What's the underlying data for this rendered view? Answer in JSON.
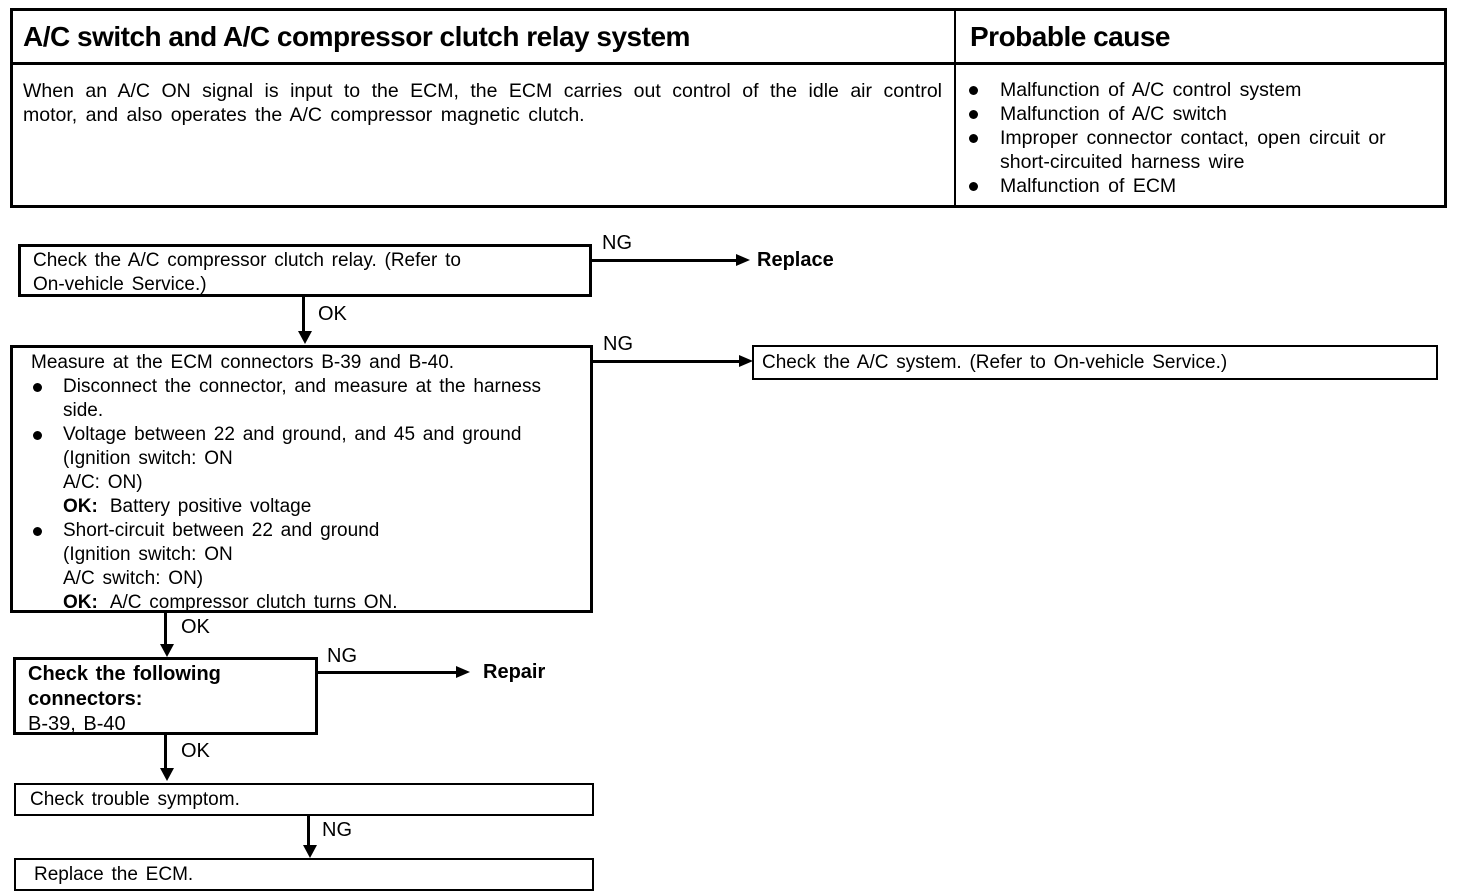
{
  "table": {
    "title": "A/C switch and A/C compressor clutch relay system",
    "probable_cause_header": "Probable cause",
    "description": "When an A/C ON signal is input to the ECM, the ECM carries out control of the idle air control motor, and also operates the A/C compressor magnetic clutch.",
    "causes": [
      "Malfunction of A/C control system",
      "Malfunction of A/C switch",
      "Improper connector contact, open circuit or short-circuited harness wire",
      "Malfunction of ECM"
    ]
  },
  "flow": {
    "step1": {
      "line1": "Check the A/C compressor clutch relay. (Refer to",
      "line2": "On-vehicle Service.)",
      "ng_label": "NG",
      "ng_result": "Replace",
      "ok_label": "OK"
    },
    "step2": {
      "title": "Measure at the ECM connectors B-39 and B-40.",
      "b1": [
        "Disconnect the connector, and measure at the harness",
        "side."
      ],
      "b2": [
        "Voltage between 22 and ground, and 45 and ground",
        "(Ignition switch: ON",
        "A/C: ON)"
      ],
      "b2_ok_label": "OK:",
      "b2_ok": "Battery positive voltage",
      "b3": [
        "Short-circuit between 22 and ground",
        "(Ignition switch: ON",
        "A/C switch: ON)"
      ],
      "b3_ok_label": "OK:",
      "b3_ok": "A/C compressor clutch turns ON.",
      "ng_label": "NG",
      "ng_result": "Check the A/C system. (Refer to On-vehicle Service.)",
      "ok_label": "OK"
    },
    "step3": {
      "line1": "Check the following",
      "line2": "connectors:",
      "line3": "B-39, B-40",
      "ng_label": "NG",
      "ng_result": "Repair",
      "ok_label": "OK"
    },
    "step4": {
      "text": "Check trouble symptom.",
      "ng_label": "NG"
    },
    "step5": {
      "text": "Replace the ECM."
    }
  },
  "colors": {
    "ink": "#000000",
    "paper": "#ffffff"
  }
}
